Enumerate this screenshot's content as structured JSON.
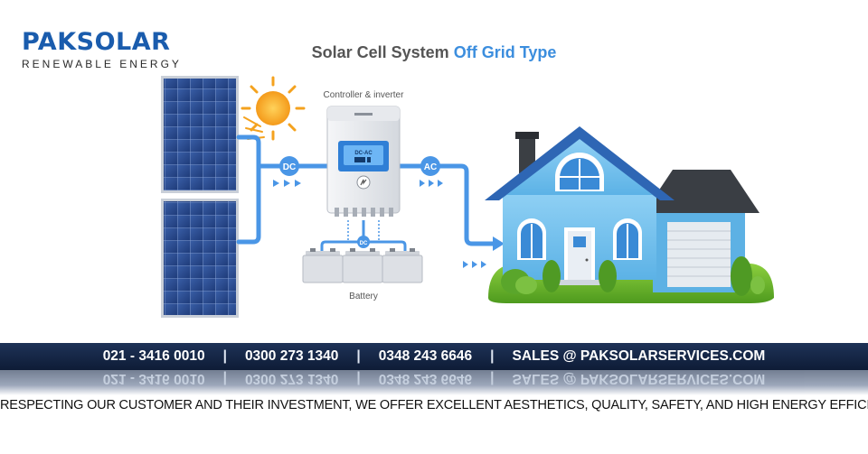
{
  "brand": {
    "name_part1": "PAK",
    "name_part2": "SOLAR",
    "tagline": "RENEWABLE ENERGY",
    "color": "#1a5cad",
    "accent": "#7ab648"
  },
  "title": {
    "main": "Solar Cell System",
    "highlight": "Off Grid Type"
  },
  "diagram": {
    "controller_label": "Controller & inverter",
    "display_text": "DC-AC",
    "dc_label": "DC",
    "ac_label": "AC",
    "dc_small_label": "DC",
    "battery_label": "Battery",
    "flow_color": "#4a96e6"
  },
  "contact": {
    "phone1": "021 - 3416 0010",
    "phone2": "0300 273 1340",
    "phone3": "0348 243 6646",
    "email": "SALES @ PAKSOLARSERVICES.COM",
    "separator": "|"
  },
  "footer": {
    "text": "RESPECTING OUR CUSTOMER AND THEIR INVESTMENT, WE OFFER EXCELLENT AESTHETICS, QUALITY, SAFETY, AND HIGH ENERGY EFFICIENCY"
  }
}
